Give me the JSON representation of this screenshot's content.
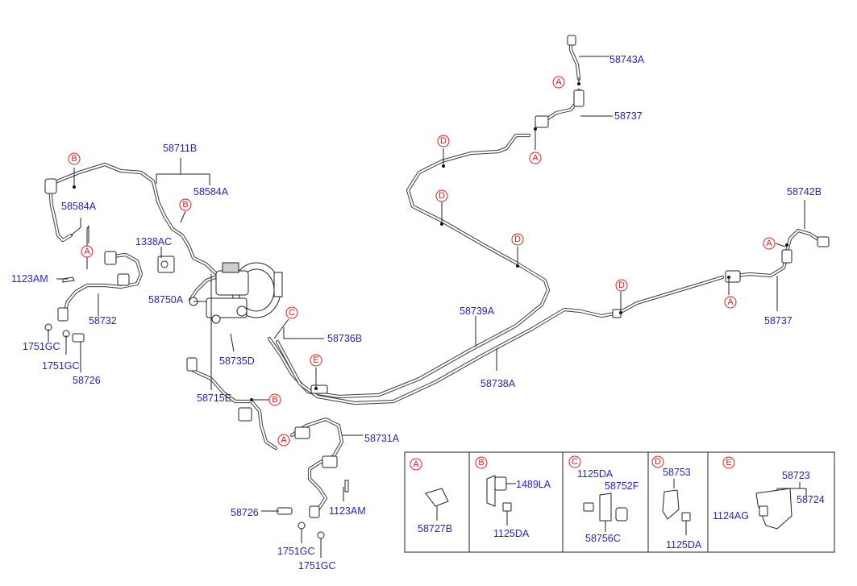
{
  "callouts": [
    {
      "text": "58711B"
    },
    {
      "text": "58584A"
    },
    {
      "text": "58584A"
    },
    {
      "text": "1338AC"
    },
    {
      "text": "1123AM"
    },
    {
      "text": "58750A"
    },
    {
      "text": "58732"
    },
    {
      "text": "1751GC"
    },
    {
      "text": "1751GC"
    },
    {
      "text": "58726"
    },
    {
      "text": "58735D"
    },
    {
      "text": "58736B"
    },
    {
      "text": "58715E"
    },
    {
      "text": "58731A"
    },
    {
      "text": "58726"
    },
    {
      "text": "1123AM"
    },
    {
      "text": "1751GC"
    },
    {
      "text": "1751GC"
    },
    {
      "text": "58739A"
    },
    {
      "text": "58738A"
    },
    {
      "text": "58743A"
    },
    {
      "text": "58737"
    },
    {
      "text": "58742B"
    },
    {
      "text": "58737"
    }
  ],
  "refs": [
    {
      "letter": "B"
    },
    {
      "letter": "B"
    },
    {
      "letter": "A"
    },
    {
      "letter": "C"
    },
    {
      "letter": "E"
    },
    {
      "letter": "B"
    },
    {
      "letter": "A"
    },
    {
      "letter": "D"
    },
    {
      "letter": "D"
    },
    {
      "letter": "D"
    },
    {
      "letter": "A"
    },
    {
      "letter": "A"
    },
    {
      "letter": "A"
    },
    {
      "letter": "D"
    },
    {
      "letter": "A"
    }
  ],
  "legend": [
    {
      "letter": "A",
      "parts": [
        "58727B"
      ]
    },
    {
      "letter": "B",
      "parts": [
        "1489LA",
        "1125DA"
      ]
    },
    {
      "letter": "C",
      "parts": [
        "1125DA",
        "58752F",
        "58756C"
      ]
    },
    {
      "letter": "D",
      "parts": [
        "58753",
        "1125DA"
      ]
    },
    {
      "letter": "E",
      "parts": [
        "58723",
        "58724",
        "1124AG"
      ]
    }
  ],
  "colors": {
    "label": "#1f1fd6",
    "reference": "#e21a1a",
    "line": "#3a3a3a"
  }
}
